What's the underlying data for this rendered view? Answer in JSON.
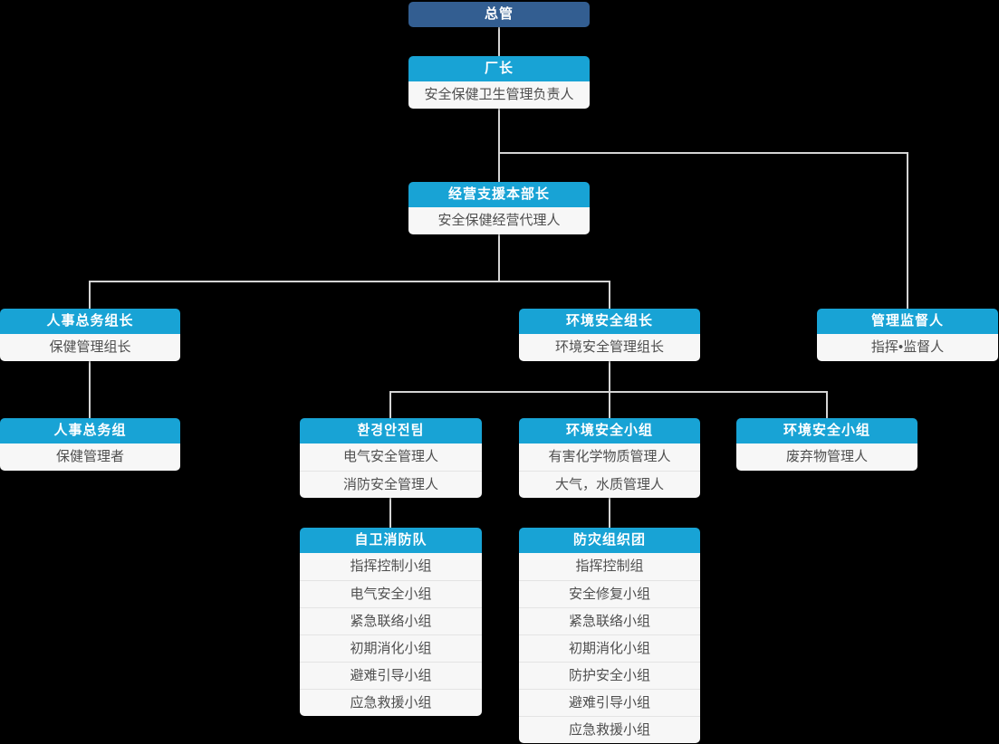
{
  "colors": {
    "background": "#000000",
    "root_box": "#335e91",
    "header_box": "#18a3d5",
    "row_background": "#f7f7f7",
    "row_text": "#4f4f4f",
    "connector_line": "#d4d4d4"
  },
  "nodes": {
    "root": {
      "title": "总管"
    },
    "factory_head": {
      "title": "厂长",
      "rows": [
        "安全保健卫生管理负责人"
      ]
    },
    "mgmt_support_head": {
      "title": "经营支援本部长",
      "rows": [
        "安全保健经营代理人"
      ]
    },
    "hr_general_lead": {
      "title": "人事总务组长",
      "rows": [
        "保健管理组长"
      ]
    },
    "env_safety_lead": {
      "title": "环境安全组长",
      "rows": [
        "环境安全管理组长"
      ]
    },
    "mgmt_supervisor": {
      "title": "管理监督人",
      "rows": [
        "指挥•监督人"
      ]
    },
    "hr_general_team": {
      "title": "人事总务组",
      "rows": [
        "保健管理者"
      ]
    },
    "env_safety_team": {
      "title": "환경안전팀",
      "rows": [
        "电气安全管理人",
        "消防安全管理人"
      ]
    },
    "env_safety_group_mid": {
      "title": "环境安全小组",
      "rows": [
        "有害化学物质管理人",
        "大气，水质管理人"
      ]
    },
    "env_safety_group_right": {
      "title": "环境安全小组",
      "rows": [
        "废弃物管理人"
      ]
    },
    "self_fire_brigade": {
      "title": "自卫消防队",
      "rows": [
        "指挥控制小组",
        "电气安全小组",
        "紧急联络小组",
        "初期消化小组",
        "避难引导小组",
        "应急救援小组"
      ]
    },
    "disaster_org_group": {
      "title": "防灾组织团",
      "rows": [
        "指挥控制组",
        "安全修复小组",
        "紧急联络小组",
        "初期消化小组",
        "防护安全小组",
        "避难引导小组",
        "应急救援小组"
      ]
    }
  }
}
